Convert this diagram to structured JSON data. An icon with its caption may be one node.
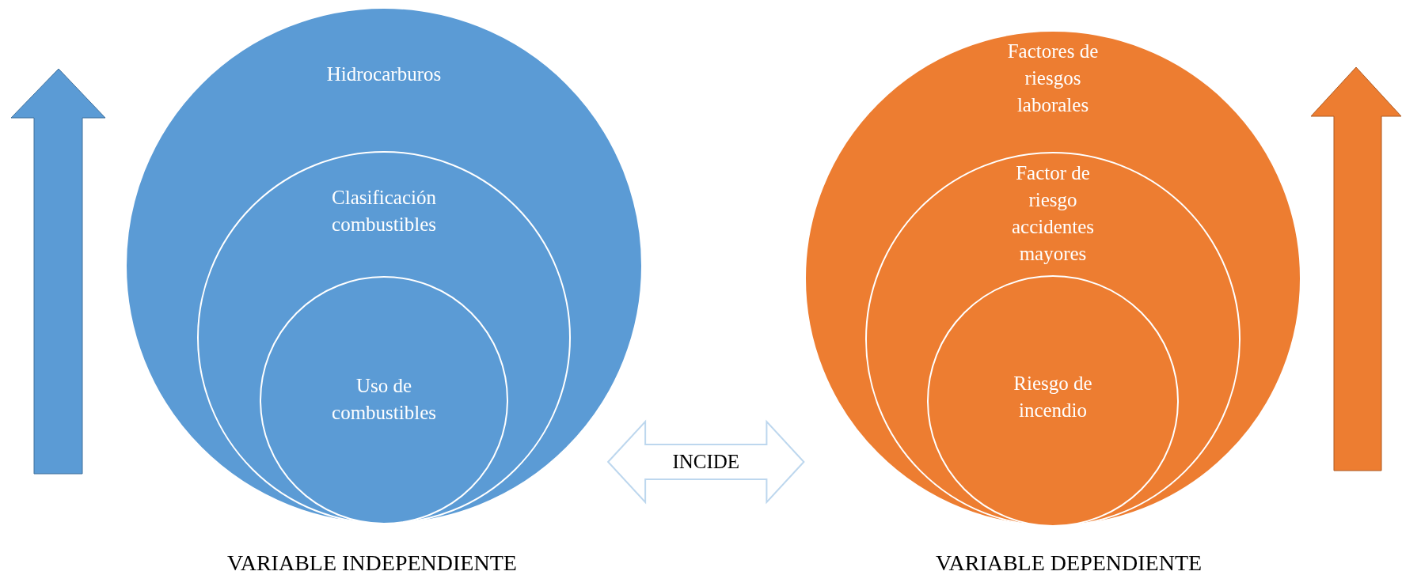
{
  "diagram": {
    "nodes": [
      {
        "text": [
          "Hidrocarburos"
        ],
        "beside": [
          "VARIABLE INDEPENDIENTE"
        ]
      },
      {
        "text": [
          "Clasificación combustibles"
        ],
        "in": 0
      },
      {
        "text": [
          "Uso de combustibles"
        ],
        "in": 1
      },
      {
        "text": [
          "Factores de riesgos laborales"
        ],
        "beside": [
          "VARIABLE DEPENDIENTE"
        ]
      },
      {
        "text": [
          "Factor de riesgo accidentes mayores"
        ],
        "in": 3
      },
      {
        "text": [
          "Riesgo de incendio"
        ],
        "in": 4
      }
    ],
    "edges": [
      {
        "from": 0,
        "to": 3,
        "arrow": "both",
        "label": "INCIDE"
      }
    ]
  }
}
